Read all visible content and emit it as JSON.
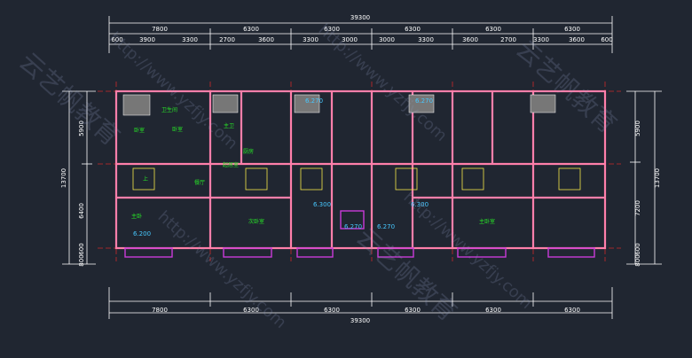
{
  "dimensions": {
    "top_total": "39300",
    "top_main": [
      "7800",
      "6300",
      "6300",
      "6300",
      "6300",
      "6300"
    ],
    "top_detail": [
      "600",
      "3900",
      "3300",
      "2700",
      "3600",
      "3300",
      "3000",
      "3000",
      "3300",
      "3600",
      "2700",
      "3300",
      "3600",
      "600"
    ],
    "bottom_main": [
      "7800",
      "6300",
      "6300",
      "6300",
      "6300",
      "6300"
    ],
    "bottom_total": "39300",
    "left_total": "13700",
    "left_upper": "5900",
    "left_lower": "6400",
    "left_small": [
      "600",
      "800"
    ],
    "right_total": "13700",
    "right_upper": "5900",
    "right_lower": "7200",
    "right_small": [
      "600",
      "800"
    ]
  },
  "levels": [
    "6.270",
    "6.270",
    "6.300",
    "6.300",
    "6.270",
    "6.270",
    "6.200"
  ],
  "rooms": {
    "bedroom_1": "卧室",
    "bedroom_2": "卧室",
    "bathroom": "卫生间",
    "dining": "餐厅",
    "kitchen": "厨房",
    "living": "起居室",
    "secondary_bedroom": "次卧室",
    "master_bedroom": "主卧室",
    "master_bath": "主卫",
    "main": "主卧",
    "stair": "上"
  },
  "watermark": {
    "url": "http://www.yzfjy.com",
    "brand": "云艺帆教育"
  },
  "colors": {
    "background": "#202631",
    "wall": "#ff7faa",
    "dimension": "#ffffff",
    "axis": "#cc2a2a",
    "room_text": "#27e327",
    "stair": "#f5e84a",
    "level": "#47c8ff",
    "magenta": "#c83ad8",
    "watermark": "#8f9bc0"
  }
}
